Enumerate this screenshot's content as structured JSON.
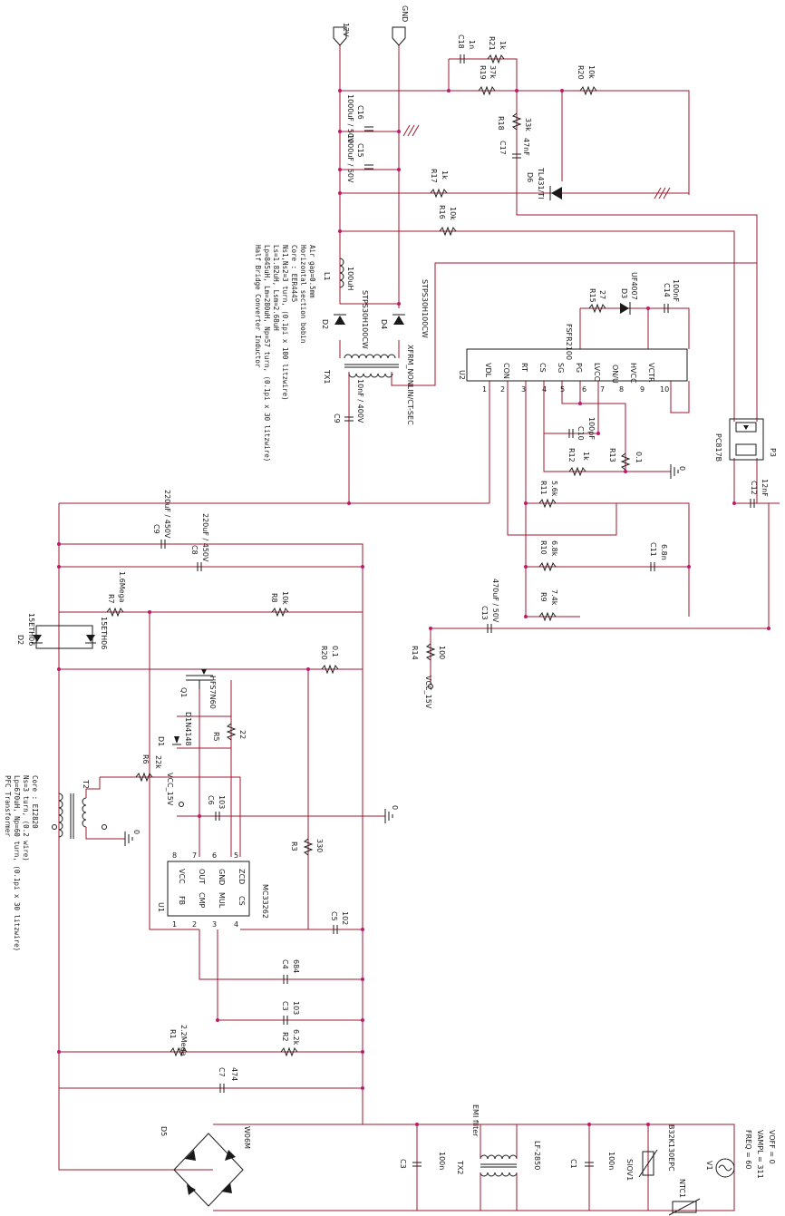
{
  "ports": {
    "p12v": "12V",
    "gnd": "GND",
    "vcc15v_top": "VCC_15V",
    "vcc15v_bottom": "VCC_15V"
  },
  "ground_label": "0",
  "caps": {
    "c18": {
      "ref": "C18",
      "val": "1n"
    },
    "c16": {
      "ref": "C16",
      "val": "1000uF / 50V"
    },
    "c15": {
      "ref": "C15",
      "val": "1000uF / 50V"
    },
    "c17": {
      "ref": "C17",
      "val": "47nF"
    },
    "c14": {
      "ref": "C14",
      "val": "100nF"
    },
    "c10": {
      "ref": "C10",
      "val": "100pF"
    },
    "c9": {
      "ref": "C9",
      "val": "10nF / 400V"
    },
    "c9b": {
      "ref": "C9",
      "val": "220uF / 450V"
    },
    "c8": {
      "ref": "C8",
      "val": "220uF / 450V"
    },
    "c12": {
      "ref": "C12",
      "val": "12nF"
    },
    "c11": {
      "ref": "C11",
      "val": "6.8n"
    },
    "c13": {
      "ref": "C13",
      "val": "470uF / 50V"
    },
    "c6": {
      "ref": "C6",
      "val": "103"
    },
    "c5": {
      "ref": "C5",
      "val": "102"
    },
    "c4": {
      "ref": "C4",
      "val": "684"
    },
    "c3": {
      "ref": "C3",
      "val": "103"
    },
    "c7": {
      "ref": "C7",
      "val": "474"
    },
    "c3b": {
      "ref": "C3",
      "val": "100n"
    },
    "c1": {
      "ref": "C1",
      "val": "100n"
    }
  },
  "resistors": {
    "r21": {
      "ref": "R21",
      "val": "1k"
    },
    "r19": {
      "ref": "R19",
      "val": "37k"
    },
    "r20t": {
      "ref": "R20",
      "val": "10k"
    },
    "r18": {
      "ref": "R18",
      "val": "33k"
    },
    "r17": {
      "ref": "R17",
      "val": "1k"
    },
    "r16": {
      "ref": "R16",
      "val": "10k"
    },
    "r15": {
      "ref": "R15",
      "val": "27"
    },
    "r12": {
      "ref": "R12",
      "val": "1k"
    },
    "r13": {
      "ref": "R13",
      "val": "0.1"
    },
    "r11": {
      "ref": "R11",
      "val": "5.6k"
    },
    "r10": {
      "ref": "R10",
      "val": "6.8k"
    },
    "r9": {
      "ref": "R9",
      "val": "7.4k"
    },
    "r14": {
      "ref": "R14",
      "val": "100"
    },
    "r7": {
      "ref": "R7",
      "val": "1.6Mega"
    },
    "r8": {
      "ref": "R8",
      "val": "10k"
    },
    "r20": {
      "ref": "R20",
      "val": "0.1"
    },
    "r5": {
      "ref": "R5",
      "val": "22"
    },
    "r6": {
      "ref": "R6",
      "val": "22k"
    },
    "r3": {
      "ref": "R3",
      "val": "330"
    },
    "r1": {
      "ref": "R1",
      "val": "2.2Mega"
    },
    "r2": {
      "ref": "R2",
      "val": "6.2k"
    }
  },
  "semis": {
    "d6": {
      "ref": "D6",
      "val": "TL431/TI"
    },
    "d3": {
      "ref": "D3",
      "val": "UF4007"
    },
    "d2top": {
      "ref": "D2",
      "val": "STPS30H100CW"
    },
    "d4": {
      "ref": "D4",
      "val": "STPS30H100CW"
    },
    "d2": {
      "ref": "D2",
      "val": "15ETH06"
    },
    "d1": {
      "ref": "D1",
      "val": "D1N4148"
    },
    "q1": {
      "ref": "Q1",
      "val": "HFS7N60"
    },
    "d5": {
      "ref": "D5",
      "val": "W06M"
    },
    "pc": {
      "ref": "P3",
      "val": "PC817B"
    },
    "d2b": {
      "ref": "",
      "val": "15ETH06"
    }
  },
  "magnetics": {
    "l1": {
      "ref": "L1",
      "val": "100uH"
    },
    "tx1": {
      "ref": "TX1",
      "val": "XFRM_NONLIN/CT-SEC"
    },
    "t2": {
      "ref": "T2",
      "val": ""
    },
    "tx2": {
      "ref": "TX2",
      "val": "LF-2850"
    },
    "emi": "EMI filter"
  },
  "u2": {
    "ref": "U2",
    "part": "FSFR2100",
    "pins": [
      "VDL",
      "CON",
      "RT",
      "CS",
      "SG",
      "PG",
      "LVCC",
      "HVCC",
      "VCTR"
    ],
    "nums": [
      "1",
      "2",
      "3",
      "4",
      "5",
      "6",
      "7",
      "8",
      "9",
      "10"
    ],
    "extra": "ON/U"
  },
  "u1": {
    "ref": "U1",
    "part": "MC33262",
    "top": [
      "VCC",
      "OUT",
      "GND",
      "ZCD"
    ],
    "bot": [
      "FB",
      "CMP",
      "MUL",
      "CS"
    ],
    "tnums": [
      "8",
      "7",
      "6",
      "5"
    ],
    "bnums": [
      "1",
      "2",
      "3",
      "4"
    ]
  },
  "misc": {
    "siov": "SIOV1",
    "siov_val": "B32K130EPC",
    "ntc": "NTC1",
    "v1": "V1",
    "freq": "FREQ = 60",
    "vampl": "VAMPL = 311",
    "voff": "VOFF = 0"
  },
  "notes": {
    "hb": [
      "Half Bridge Converter Inductor",
      "Lp=845uH, Lm=280uH, Np=57 turn, (0.1pi x 30 litzwire)",
      "Ls=1.82uH, Lsm=2.68uH",
      "Ns1,Ns2=3 turn, (0.1pi x 100 litzwire)",
      "Core : EER4445",
      "Horizontal section bobin",
      "Air gap=0.5mm"
    ],
    "pfc": [
      "PFC Transformer",
      "Lp=670uH, Np=60 turn, (0.1pi x 30 litzwire)",
      "Ns=3 turn, (0.2 wire)",
      "Core : EI2820"
    ]
  }
}
